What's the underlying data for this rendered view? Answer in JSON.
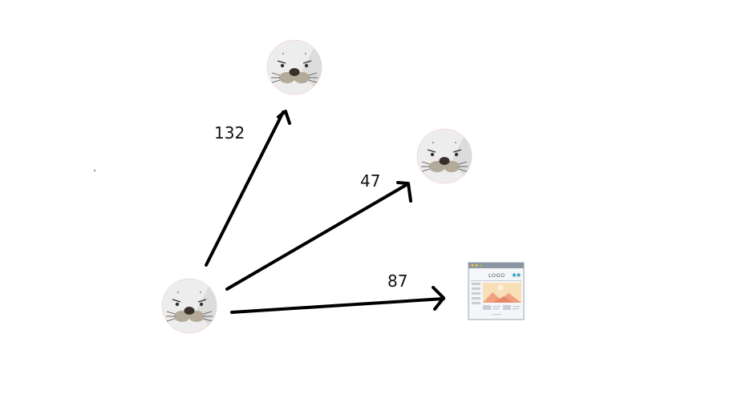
{
  "diagram": {
    "edges": [
      {
        "from": "seal-source",
        "to": "seal-top",
        "label": "132"
      },
      {
        "from": "seal-source",
        "to": "seal-middle",
        "label": "47"
      },
      {
        "from": "seal-source",
        "to": "webpage",
        "label": "87"
      }
    ],
    "nodes": {
      "seal-source": {
        "icon": "seal-face-icon"
      },
      "seal-top": {
        "icon": "seal-face-icon"
      },
      "seal-middle": {
        "icon": "seal-face-icon"
      },
      "webpage": {
        "icon": "webpage-icon",
        "logo_text": "LOGO"
      }
    }
  }
}
